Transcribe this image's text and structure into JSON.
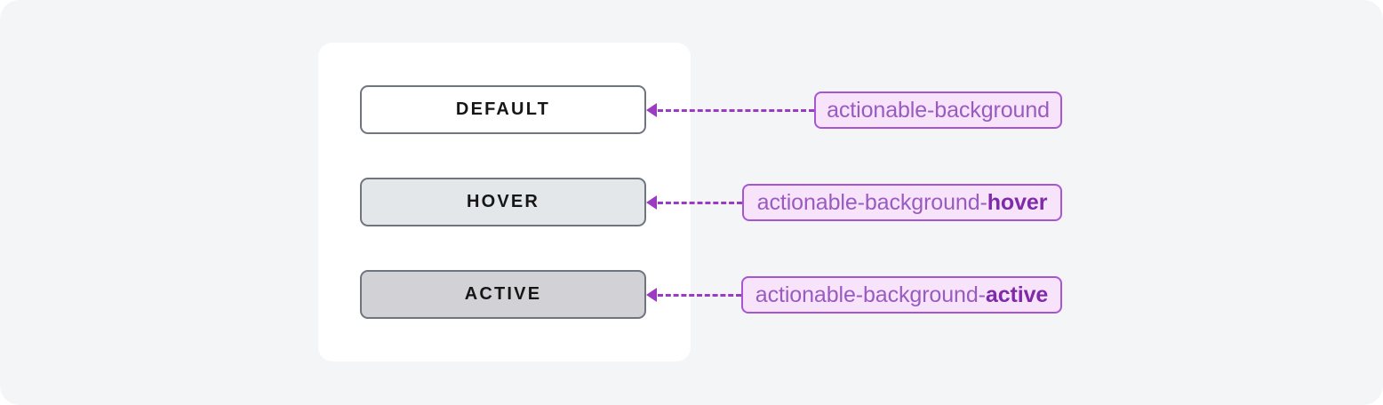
{
  "card": {
    "buttons": [
      {
        "label": "DEFAULT",
        "state": "default",
        "fill": "#ffffff",
        "border": "#6f757e"
      },
      {
        "label": "HOVER",
        "state": "hover",
        "fill": "#e3e7ea",
        "border": "#6f757e"
      },
      {
        "label": "ACTIVE",
        "state": "active",
        "fill": "#d2d2d6",
        "border": "#6f757e"
      }
    ]
  },
  "annotations": [
    {
      "base": "actionable-background",
      "suffix": "",
      "full": "actionable-background"
    },
    {
      "base": "actionable-background-",
      "suffix": "hover",
      "full": "actionable-background-hover"
    },
    {
      "base": "actionable-background-",
      "suffix": "active",
      "full": "actionable-background-active"
    }
  ],
  "colors": {
    "page_background": "#f4f5f7",
    "card_background": "#ffffff",
    "button_border": "#6f757e",
    "button_text": "#161616",
    "connector": "#9b3bc4",
    "label_background": "#f7e4fb",
    "label_border": "#a855d1",
    "label_text": "#9a5bc0",
    "label_suffix_text": "#7f2aa9"
  }
}
